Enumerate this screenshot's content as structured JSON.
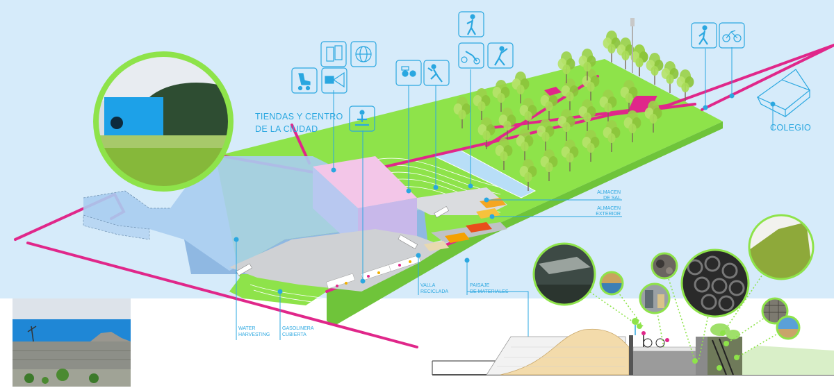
{
  "labels": {
    "tiendas_line1": "TIENDAS Y CENTRO",
    "tiendas_line2": "DE LA CIUDAD",
    "colegio": "COLEGIO",
    "almacen_sal_1": "ALMACEN",
    "almacen_sal_2": "DE SAL",
    "almacen_ext_1": "ALMACEN",
    "almacen_ext_2": "EXTERIOR",
    "water_1": "WATER",
    "water_2": "HARVESTING",
    "gasolinera_1": "GASOLINERA",
    "gasolinera_2": "CUBIERTA",
    "valla_1": "VALLA",
    "valla_2": "RECICLADA",
    "paisaje_1": "PAISAJE",
    "paisaje_2": "DE MATERIALES"
  },
  "icons": [
    "skates-icon",
    "projector-icon",
    "glass-panels-icon",
    "ball-icon",
    "camera-icon",
    "dancer-icon",
    "runner-icon",
    "biker-icon",
    "gymnast-icon",
    "yoga-icon",
    "walker-icon",
    "bicycle-icon",
    "tree-icon",
    "school-building-icon"
  ],
  "colors": {
    "sky": "#d6ebfa",
    "grass": "#8ee34a",
    "magenta": "#e0278a",
    "building": "#a9cdf0",
    "shop": "#f3c6e8",
    "accent": "#2aa7e0"
  }
}
